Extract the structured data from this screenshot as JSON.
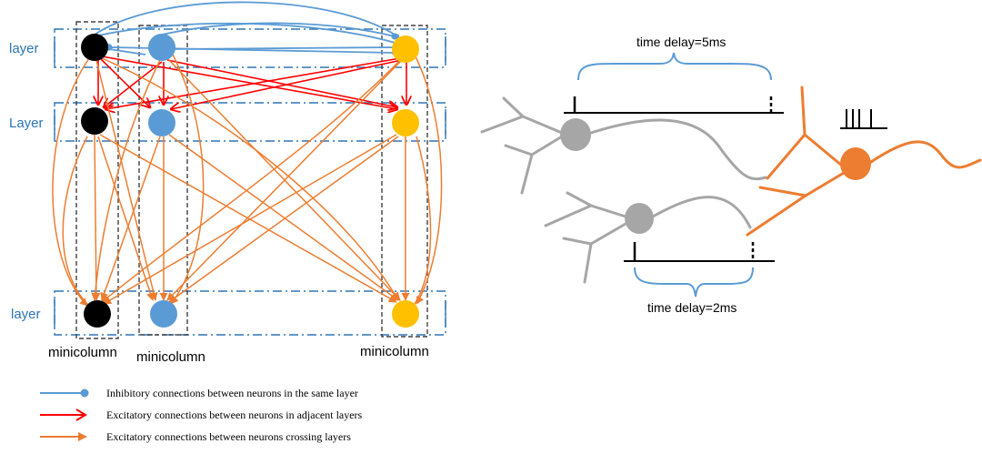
{
  "left_panel": {
    "layer_labels": [
      "layer",
      "Layer",
      "layer"
    ],
    "minicolumn_labels": [
      "minicolumn",
      "minicolumn",
      "minicolumn"
    ],
    "neuron_colors": {
      "col1": "#000000",
      "col2": "#5b9bd5",
      "col3": "#ffc000"
    },
    "connection_colors": {
      "inhibitory": "#5b9bd5",
      "adjacent": "#ff0000",
      "crossing": "#ed7d31"
    }
  },
  "legend": [
    {
      "label": "Inhibitory connections between neurons in the same layer",
      "color": "#5b9bd5",
      "marker": "circle-end"
    },
    {
      "label": "Excitatory connections between neurons in adjacent layers",
      "color": "#ff0000",
      "marker": "open-arrow"
    },
    {
      "label": "Excitatory connections between neurons crossing layers",
      "color": "#ed7d31",
      "marker": "filled-arrow"
    }
  ],
  "right_panel": {
    "delay_top_label": "time delay=5ms",
    "delay_bottom_label": "time delay=2ms",
    "neuron_colors": {
      "presynaptic": "#a6a6a6",
      "postsynaptic": "#ed7d31"
    }
  }
}
